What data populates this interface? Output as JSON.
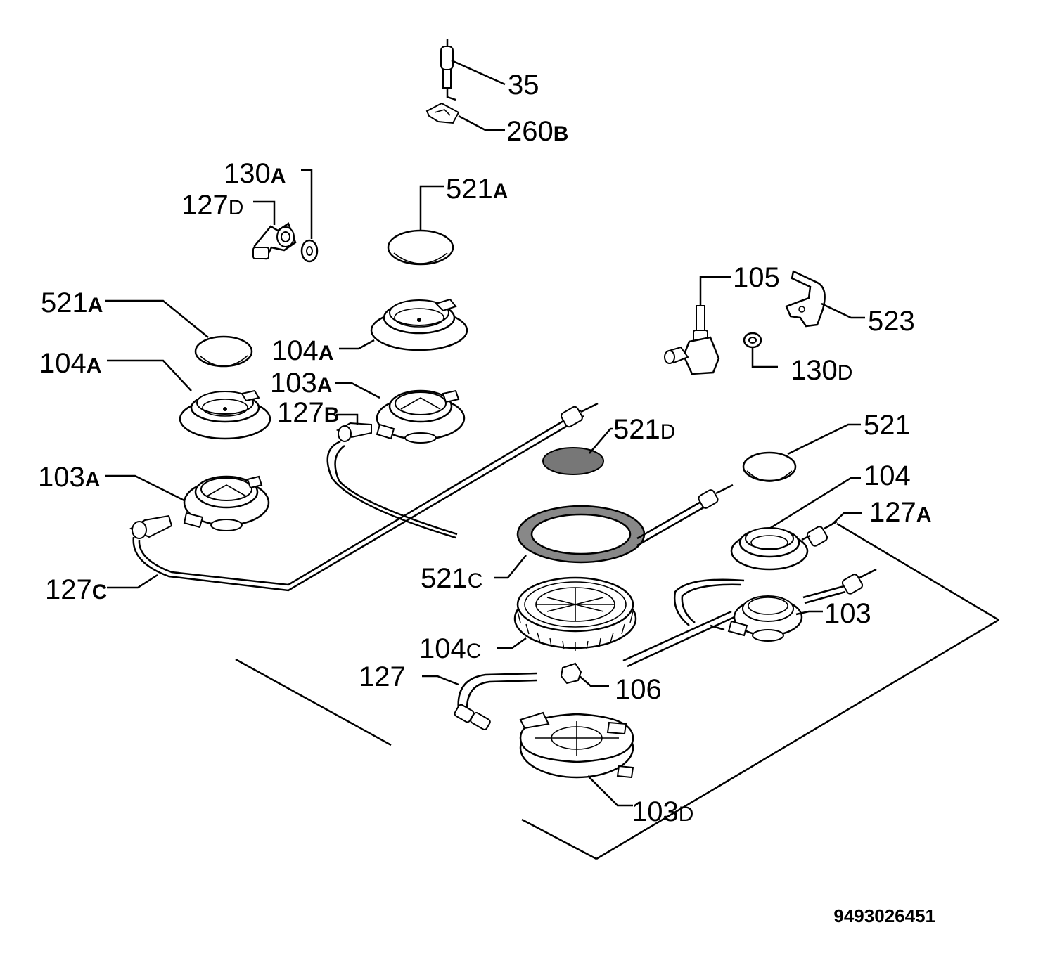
{
  "labels": {
    "l35": "35",
    "l260b": "260",
    "l260b_s": "B",
    "l130a": "130",
    "l130a_s": "A",
    "l127d": "127",
    "l127d_s": "D",
    "l521a_top": "521",
    "l521a_top_s": "A",
    "l105": "105",
    "l523": "523",
    "l130d": "130",
    "l130d_s": "D",
    "l521a_left": "521",
    "l521a_left_s": "A",
    "l104a_mid": "104",
    "l104a_mid_s": "A",
    "l104a_left": "104",
    "l104a_left_s": "A",
    "l103a_mid": "103",
    "l103a_mid_s": "A",
    "l127b": "127",
    "l127b_s": "B",
    "l521d": "521",
    "l521d_s": "D",
    "l521": "521",
    "l103a_left": "103",
    "l103a_left_s": "A",
    "l104": "104",
    "l127a": "127",
    "l127a_s": "A",
    "l127c": "127",
    "l127c_s": "C",
    "l521c": "521",
    "l521c_s": "C",
    "l103": "103",
    "l104c": "104",
    "l104c_s": "C",
    "l127": "127",
    "l106": "106",
    "l103d": "103",
    "l103d_s": "D"
  },
  "reference_number": "9493026451"
}
